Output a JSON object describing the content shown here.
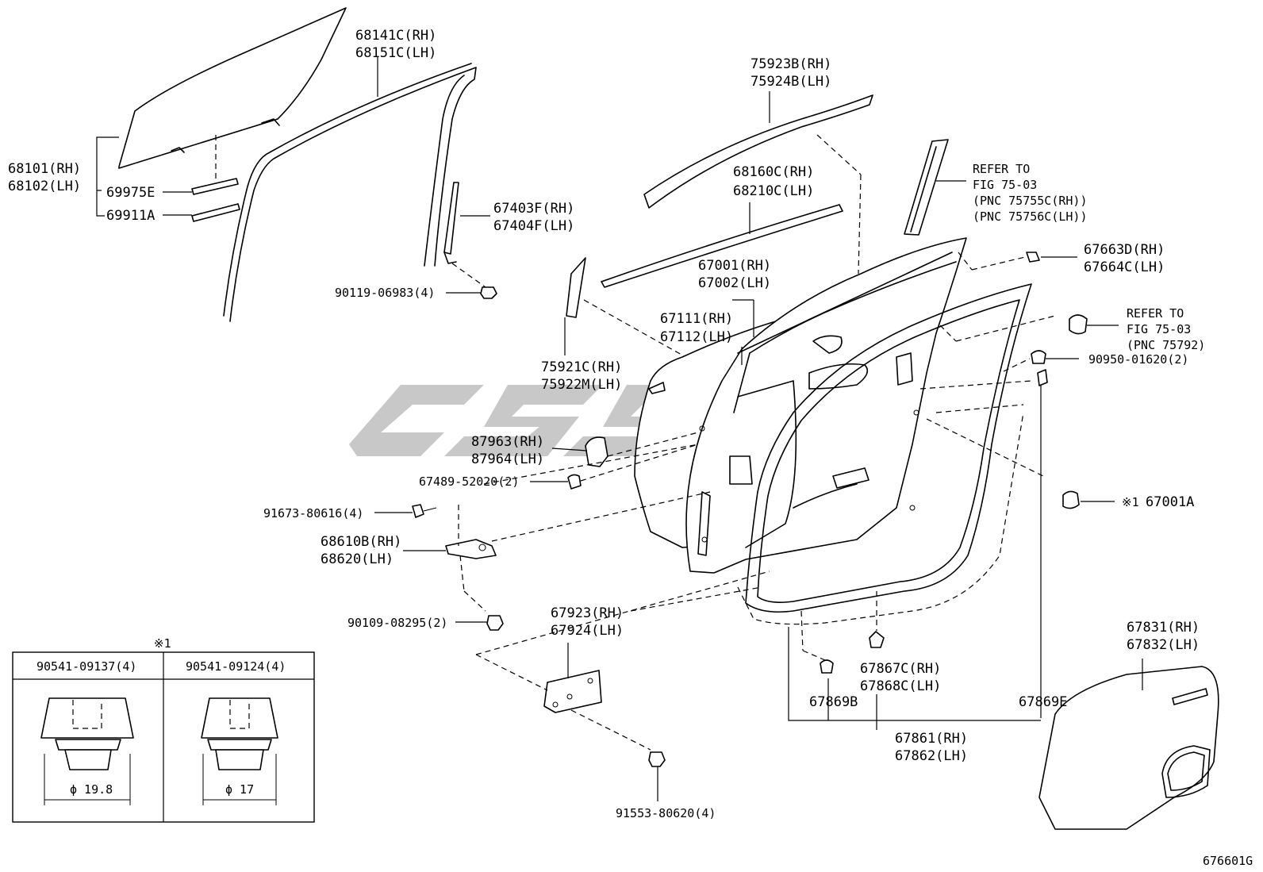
{
  "watermark": "CSS",
  "footer_code": "676601G",
  "labels": {
    "glass_rh": "68101(RH)",
    "glass_lh": "68102(LH)",
    "cushion_e": "69975E",
    "cushion_a": "69911A",
    "run_rh": "68141C(RH)",
    "run_lh": "68151C(LH)",
    "sash_rh": "67403F(RH)",
    "sash_lh": "67404F(LH)",
    "bolt_90119": "90119-06983(4)",
    "belt_outer_rh": "75923B(RH)",
    "belt_outer_lh": "75924B(LH)",
    "belt_inner_rh": "68160C(RH)",
    "belt_inner_lh": "68210C(LH)",
    "refer_1_l1": "REFER TO",
    "refer_1_l2": "FIG 75-03",
    "refer_1_l3": "(PNC 75755C(RH))",
    "refer_1_l4": "(PNC 75756C(LH))",
    "door_panel_rh": "67001(RH)",
    "door_panel_lh": "67002(LH)",
    "door_outer_rh": "67111(RH)",
    "door_outer_lh": "67112(LH)",
    "stopper_rh": "67663D(RH)",
    "stopper_lh": "67664C(LH)",
    "refer_2_l1": "REFER TO",
    "refer_2_l2": "FIG 75-03",
    "refer_2_l3": "(PNC 75792)",
    "plug_90950": "90950-01620(2)",
    "garnish_rh": "75921C(RH)",
    "garnish_lh": "75922M(LH)",
    "cover_rh": "87963(RH)",
    "cover_lh": "87964(LH)",
    "cushion_67489": "67489-52020(2)",
    "bolt_91673": "91673-80616(4)",
    "hinge_rh": "68610B(RH)",
    "hinge_lh": "68620(LH)",
    "bolt_90109": "90109-08295(2)",
    "bracket_rh": "67923(RH)",
    "bracket_lh": "67924(LH)",
    "plug_67001a": "67001A",
    "note_mark": "※1",
    "clip_67867_rh": "67867C(RH)",
    "clip_67868_lh": "67868C(LH)",
    "clip_67869b": "67869B",
    "clip_67869e": "67869E",
    "weather_rh": "67861(RH)",
    "weather_lh": "67862(LH)",
    "film_rh": "67831(RH)",
    "film_lh": "67832(LH)",
    "bolt_91553": "91553-80620(4)"
  },
  "note_box": {
    "mark": "※1",
    "col1_part": "90541-09137(4)",
    "col1_dim": "ϕ 19.8",
    "col2_part": "90541-09124(4)",
    "col2_dim": "ϕ 17"
  }
}
